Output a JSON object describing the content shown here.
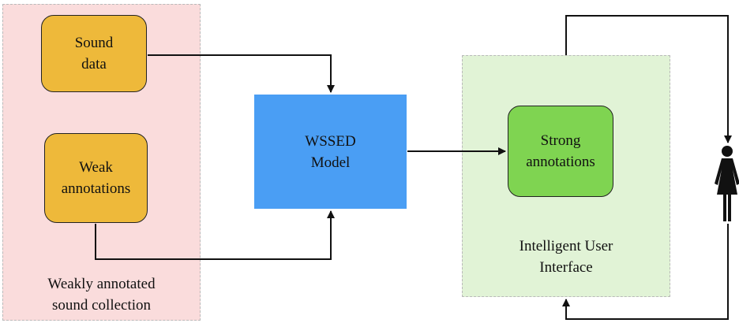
{
  "regions": {
    "left_label": "Weakly annotated\nsound collection",
    "right_label": "Intelligent User\nInterface"
  },
  "nodes": {
    "sound_data": "Sound\ndata",
    "weak_annotations": "Weak\nannotations",
    "wssed_model": "WSSED\nModel",
    "strong_annotations": "Strong\nannotations"
  },
  "icons": {
    "user": "person-icon"
  },
  "colors": {
    "left_region": "#fadcdc",
    "right_region": "#e1f3d6",
    "input_nodes": "#eeb93a",
    "model_node": "#4a9ef4",
    "output_node": "#7fd451"
  }
}
